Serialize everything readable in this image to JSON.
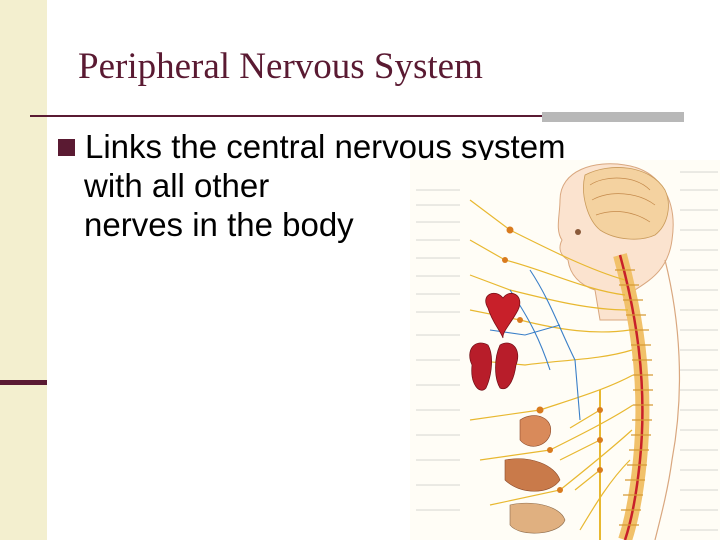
{
  "slide": {
    "title": "Peripheral Nervous System",
    "bullet": {
      "line1": "Links the central nervous system",
      "line2": "with all other",
      "line3": "nerves in the body"
    }
  },
  "colors": {
    "title": "#5a1a32",
    "band": "#f3efcf",
    "accent": "#5a1a32",
    "nerve": "#e8b830",
    "spine": "#f1c16a",
    "organ": "#c8202a",
    "artery": "#3a7fc8"
  },
  "figure": {
    "icon": "nervous-system-anatomy-illustration"
  }
}
